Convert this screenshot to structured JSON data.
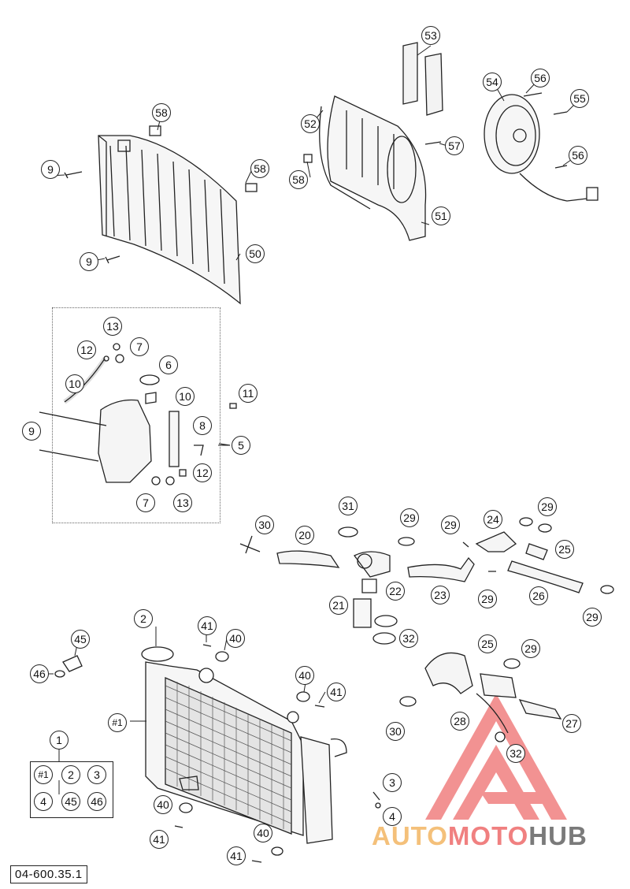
{
  "reference_code": "04-600.35.1",
  "watermark": {
    "part1": "AUTO",
    "part2": "MOTO",
    "part3": "HUB",
    "color1": "#f4c07a",
    "color2": "#f08080",
    "color3": "#7a7a7a"
  },
  "callouts": {
    "c53": "53",
    "c54": "54",
    "c56a": "56",
    "c55": "55",
    "c56b": "56",
    "c52": "52",
    "c57": "57",
    "c58a": "58",
    "c58b": "58",
    "c58c": "58",
    "c51": "51",
    "c9a": "9",
    "c9b": "9",
    "c50": "50",
    "c13a": "13",
    "c12a": "12",
    "c7a": "7",
    "c6": "6",
    "c10a": "10",
    "c10b": "10",
    "c11": "11",
    "c9c": "9",
    "c8": "8",
    "c5": "5",
    "c12b": "12",
    "c7b": "7",
    "c13b": "13",
    "c30a": "30",
    "c31": "31",
    "c20": "20",
    "c29a": "29",
    "c29b": "29",
    "c24": "24",
    "c29c": "29",
    "c25a": "25",
    "c22": "22",
    "c21": "21",
    "c23": "23",
    "c29d": "29",
    "c26": "26",
    "c29e": "29",
    "c32a": "32",
    "c2": "2",
    "c41a": "41",
    "c40a": "40",
    "c45": "45",
    "c46": "46",
    "c40b": "40",
    "c41b": "41",
    "c1num": "#1",
    "c25b": "25",
    "c29f": "29",
    "c28": "28",
    "c27": "27",
    "c30b": "30",
    "c32b": "32",
    "c3": "3",
    "c4": "4",
    "c40c": "40",
    "c41c": "41",
    "c40d": "40",
    "c41d": "41",
    "c1": "1"
  },
  "kit": {
    "k1": "#1",
    "k2": "2",
    "k3": "3",
    "k4": "4",
    "k45": "45",
    "k46": "46"
  }
}
